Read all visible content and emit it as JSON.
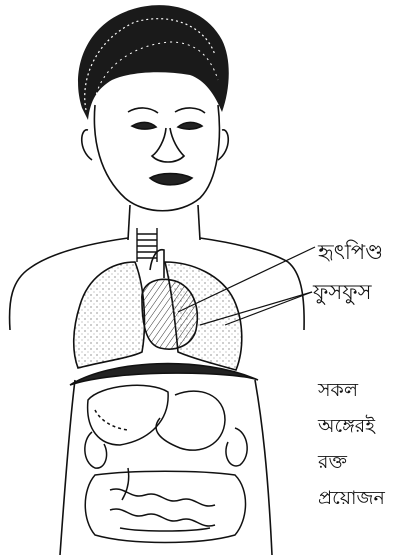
{
  "labels": {
    "heart": "হৃৎপিণ্ড",
    "lungs": "ফুসফুস"
  },
  "caption": {
    "lines": [
      "সকল",
      "অঙ্গেরই",
      "রক্ত",
      "প্রয়োজন"
    ]
  }
}
